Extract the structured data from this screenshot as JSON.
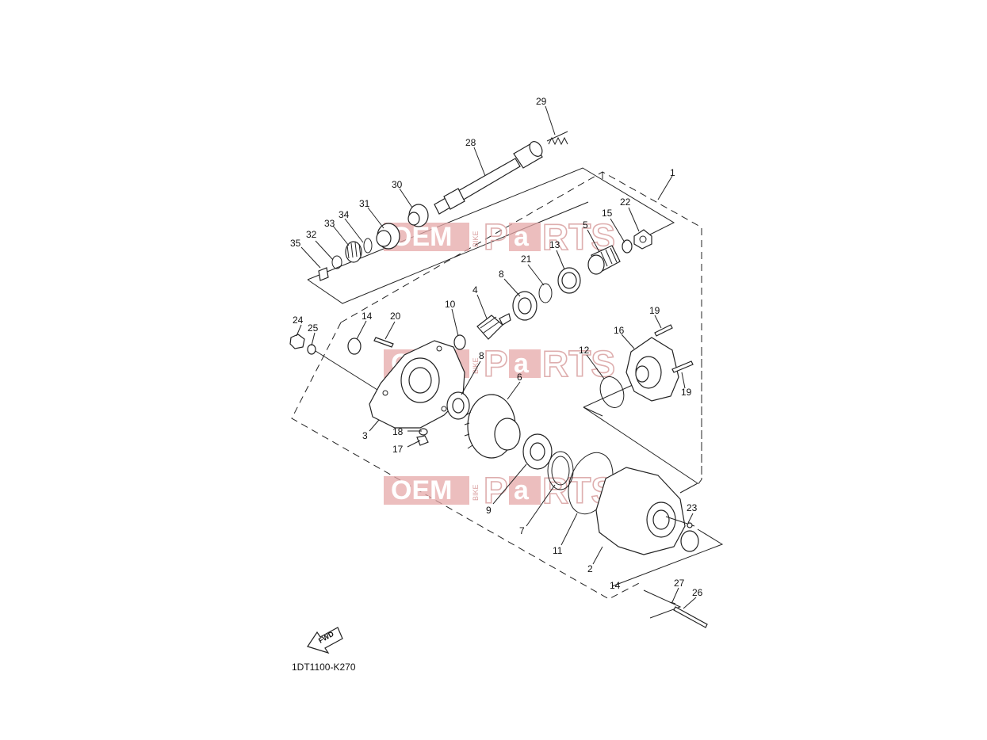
{
  "diagram_code": "1DT1100-K270",
  "fwd_label": "FWD",
  "watermark": {
    "left": "OEM",
    "vertical": "BIKE",
    "right_a": "P",
    "right_b": "a",
    "right_c": "RTS"
  },
  "callouts": {
    "p1": "1",
    "p2": "2",
    "p3": "3",
    "p4": "4",
    "p5": "5",
    "p6": "6",
    "p7": "7",
    "p8a": "8",
    "p8b": "8",
    "p9": "9",
    "p10": "10",
    "p11": "11",
    "p12": "12",
    "p13": "13",
    "p14a": "14",
    "p14b": "14",
    "p15": "15",
    "p16": "16",
    "p17": "17",
    "p18": "18",
    "p19a": "19",
    "p19b": "19",
    "p20": "20",
    "p21": "21",
    "p22": "22",
    "p23": "23",
    "p24": "24",
    "p25": "25",
    "p26": "26",
    "p27": "27",
    "p28": "28",
    "p29": "29",
    "p30": "30",
    "p31": "31",
    "p32": "32",
    "p33": "33",
    "p34": "34",
    "p35": "35"
  }
}
